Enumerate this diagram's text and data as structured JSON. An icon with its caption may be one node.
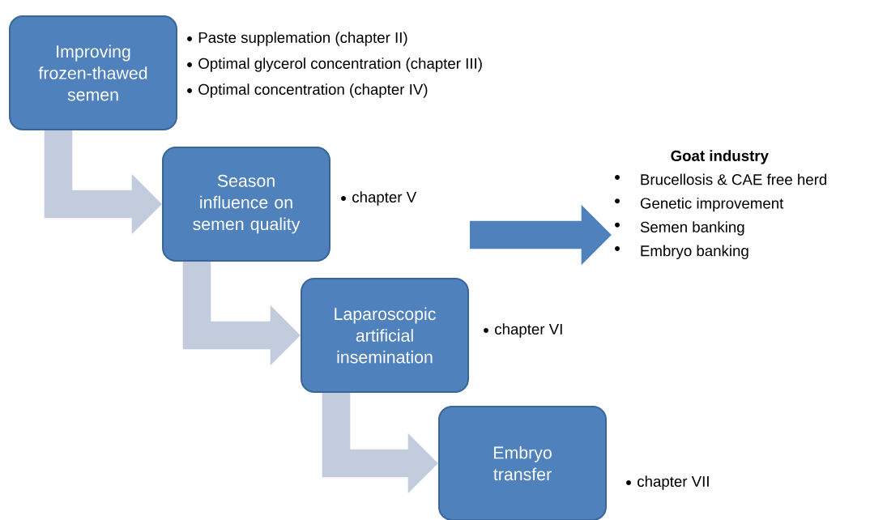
{
  "diagram": {
    "nodes": [
      {
        "text": [
          "Improving frozen-thawed semen"
        ],
        "beside": [
          "Paste supplemation (chapter II)",
          "Optimal glycerol concentration (chapter III)",
          "Optimal concentration (chapter IV)"
        ]
      },
      {
        "text": [
          "Season influence on semen quality"
        ],
        "beside": [
          "chapter V"
        ]
      },
      {
        "text": [
          "Laparoscopic artificial insemination"
        ],
        "beside": [
          "chapter VI"
        ]
      },
      {
        "text": [
          "Embryo transfer"
        ],
        "beside": [
          "chapter VII"
        ]
      },
      {
        "text": [
          "Goat industry",
          "Brucellosis & CAE free herd",
          "Genetic improvement",
          "Semen banking",
          "Embryo banking"
        ]
      }
    ],
    "edges": [
      {
        "from": 0,
        "to": 1,
        "arrow": "to"
      },
      {
        "from": 1,
        "to": 2,
        "arrow": "to"
      },
      {
        "from": 2,
        "to": 3,
        "arrow": "to"
      },
      {
        "from": null,
        "to": 4,
        "arrow": "to",
        "color": "#4f81bd"
      }
    ]
  }
}
